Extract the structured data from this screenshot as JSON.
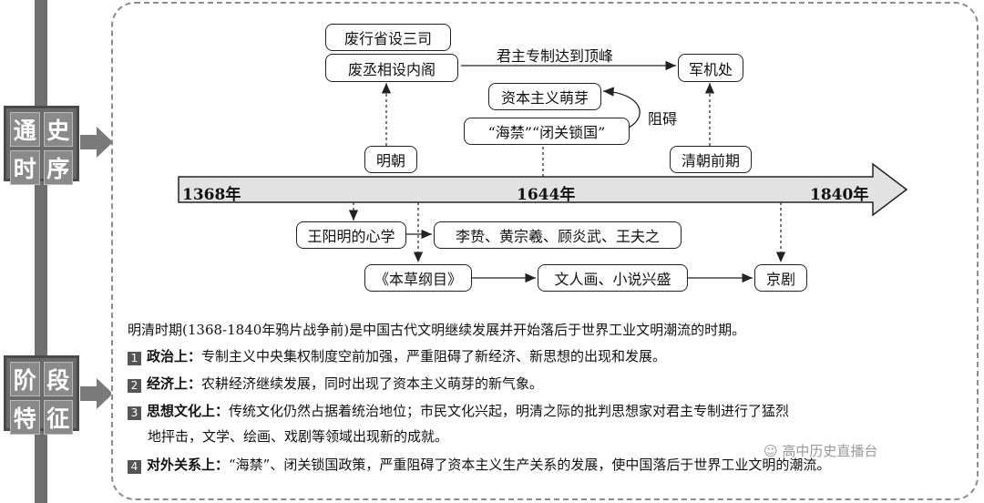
{
  "side_tags": [
    {
      "chars": [
        "通",
        "史",
        "时",
        "序"
      ]
    },
    {
      "chars": [
        "阶",
        "段",
        "特",
        "征"
      ]
    }
  ],
  "boxes": {
    "abolish_province": "废行省设三司",
    "abolish_chancellor": "废丞相设内阁",
    "grand_council": "军机处",
    "capitalism_sprouts": "资本主义萌芽",
    "sea_ban": "“海禁”“闭关锁国”",
    "ming": "明朝",
    "early_qing": "清朝前期",
    "wang_yangming": "王阳明的心学",
    "thinkers": "李贽、黄宗羲、顾炎武、王夫之",
    "bencao": "《本草纲目》",
    "painting_novels": "文人画、小说兴盛",
    "peking_opera": "京剧"
  },
  "labels": {
    "autocracy_peak": "君主专制达到顶峰",
    "hinder": "阻碍"
  },
  "timeline": {
    "start": "1368年",
    "mid": "1644年",
    "end": "1840年"
  },
  "stage": {
    "intro": "明清时期(1368-1840年鸦片战争前)是中国古代文明继续发展并开始落后于世界工业文明潮流的时期。",
    "items": [
      {
        "num": "1",
        "head": "政治上：",
        "text": "专制主义中央集权制度空前加强，严重阻碍了新经济、新思想的出现和发展。"
      },
      {
        "num": "2",
        "head": "经济上：",
        "text": "农耕经济继续发展，同时出现了资本主义萌芽的新气象。"
      },
      {
        "num": "3",
        "head": "思想文化上：",
        "text": "传统文化仍然占据着统治地位；市民文化兴起，明清之际的批判思想家对君主专制进行了猛烈",
        "text2": "地抨击，文学、绘画、戏剧等领域出现新的成就。"
      },
      {
        "num": "4",
        "head": "对外关系上：",
        "text": "“海禁”、闭关锁国政策，严重阻碍了资本主义生产关系的发展，使中国落后于世界工业文明的潮流。"
      }
    ]
  },
  "watermark": "高中历史直播台"
}
